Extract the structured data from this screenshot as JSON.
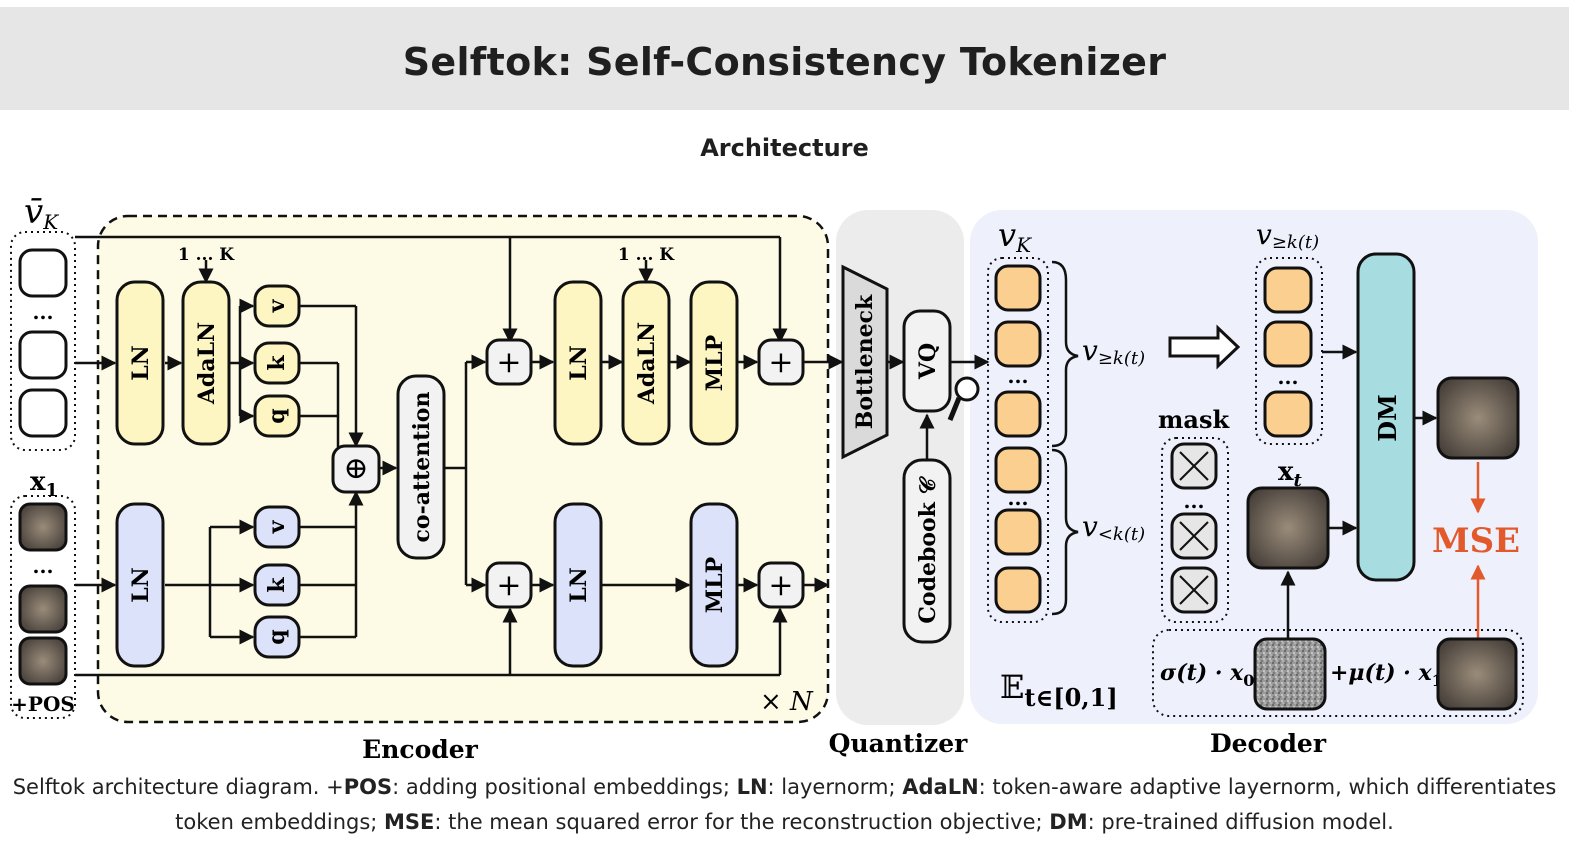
{
  "header": {
    "title": "Selftok: Self-Consistency Tokenizer"
  },
  "section": {
    "subtitle": "Architecture"
  },
  "diagram": {
    "v_bar_k": "v̄",
    "v_bar_k_sub": "K",
    "x1_label": "x",
    "x1_sub": "1",
    "pos_label": "+POS",
    "one_to_k_1": "1 ... K",
    "one_to_k_2": "1 ... K",
    "ln": "LN",
    "adaln": "AdaLN",
    "mlp": "MLP",
    "q": "q",
    "k": "k",
    "v": "v",
    "oplus": "⊕",
    "plus": "+",
    "co_attention": "co-attention",
    "times_n": "× N",
    "encoder": "Encoder",
    "quantizer": "Quantizer",
    "decoder": "Decoder",
    "bottleneck": "Bottleneck",
    "vq": "VQ",
    "codebook": "Codebook 𝒞",
    "vk": "v",
    "vk_sub": "K",
    "v_ge_kt": "v",
    "v_ge_kt_sub": "≥k(t)",
    "v_lt_kt": "v",
    "v_lt_kt_sub": "<k(t)",
    "mask": "mask",
    "xt": "x",
    "xt_sub": "t",
    "dm": "DM",
    "mse": "MSE",
    "expectation": "𝔼",
    "expectation_sub": "t∈[0,1]",
    "sigma_term": "σ(t) · x",
    "sigma_sub": "0",
    "mu_term": "+μ(t) · x",
    "mu_sub": "1",
    "dots": "...",
    "colors": {
      "encoder_bg": "#fdfbe6",
      "quantizer_bg": "#ececec",
      "decoder_bg": "#eef0fc",
      "yellow_block": "#fdf6c3",
      "blue_block": "#dde2fb",
      "orange_token": "#fbcf8f",
      "dm_block": "#a7dde0",
      "mse_red": "#e25a2c"
    }
  },
  "caption": {
    "line1_pre": "Selftok architecture diagram. +",
    "pos": "POS",
    "line1_a": ": adding positional embeddings; ",
    "ln": "LN",
    "line1_b": ": layernorm; ",
    "adaln": "AdaLN",
    "line1_c": ": token-aware adaptive layernorm, which differentiates",
    "line2_a": "token embeddings; ",
    "mse": "MSE",
    "line2_b": ": the mean squared error for the reconstruction objective; ",
    "dm": "DM",
    "line2_c": ": pre-trained diffusion model."
  }
}
